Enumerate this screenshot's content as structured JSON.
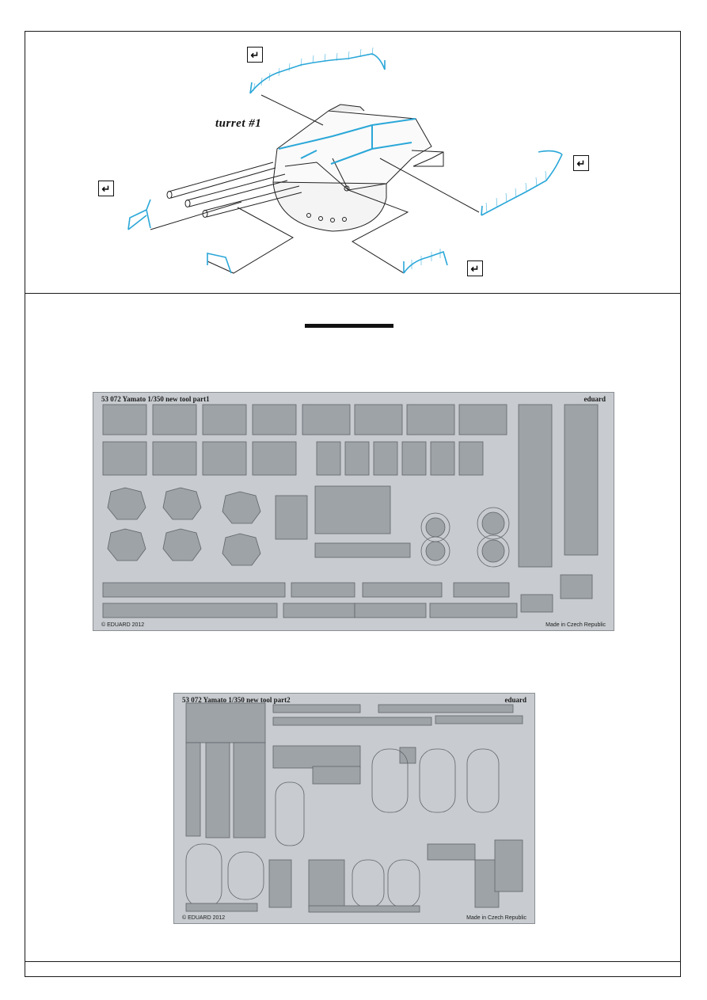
{
  "diagram": {
    "turret_label": "turret #1",
    "bend_symbol": "↵",
    "bend_icon": "fold-arrow-icon",
    "accent_color": "#2aa7d8"
  },
  "frets": [
    {
      "title": "53 072 Yamato 1/350 new tool part1",
      "brand": "eduard",
      "copyright": "© EDUARD 2012",
      "origin": "Made in Czech Republic"
    },
    {
      "title": "53 072 Yamato 1/350 new tool part2",
      "brand": "eduard",
      "copyright": "© EDUARD 2012",
      "origin": "Made in Czech Republic"
    }
  ]
}
